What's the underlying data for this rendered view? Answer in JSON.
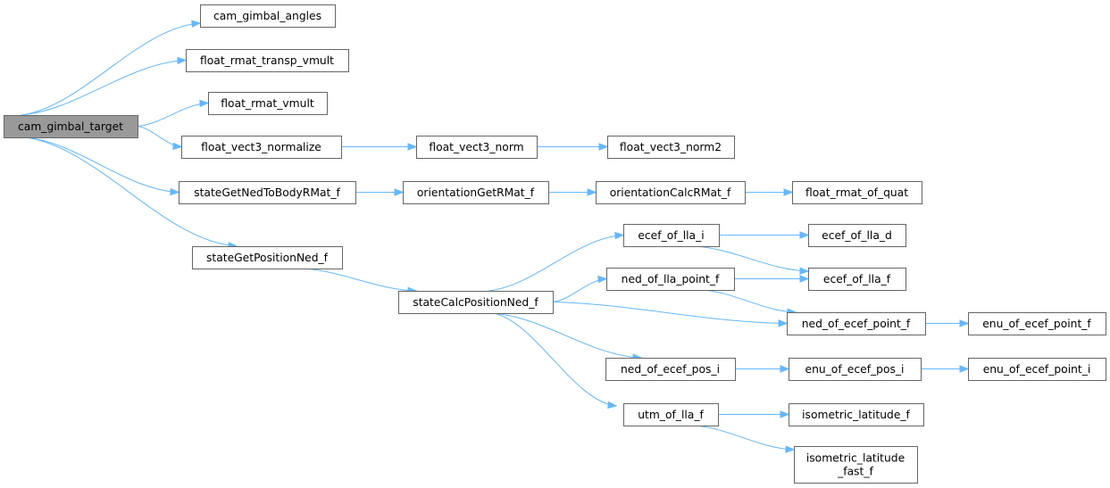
{
  "graph": {
    "root": "cam_gimbal_target",
    "nodes": [
      {
        "id": "cam_gimbal_target",
        "label": "cam_gimbal_target"
      },
      {
        "id": "cam_gimbal_angles",
        "label": "cam_gimbal_angles"
      },
      {
        "id": "float_rmat_transp_vmult",
        "label": "float_rmat_transp_vmult"
      },
      {
        "id": "float_rmat_vmult",
        "label": "float_rmat_vmult"
      },
      {
        "id": "float_vect3_normalize",
        "label": "float_vect3_normalize"
      },
      {
        "id": "float_vect3_norm",
        "label": "float_vect3_norm"
      },
      {
        "id": "float_vect3_norm2",
        "label": "float_vect3_norm2"
      },
      {
        "id": "stateGetNedToBodyRMat_f",
        "label": "stateGetNedToBodyRMat_f"
      },
      {
        "id": "orientationGetRMat_f",
        "label": "orientationGetRMat_f"
      },
      {
        "id": "orientationCalcRMat_f",
        "label": "orientationCalcRMat_f"
      },
      {
        "id": "float_rmat_of_quat",
        "label": "float_rmat_of_quat"
      },
      {
        "id": "stateGetPositionNed_f",
        "label": "stateGetPositionNed_f"
      },
      {
        "id": "stateCalcPositionNed_f",
        "label": "stateCalcPositionNed_f"
      },
      {
        "id": "ecef_of_lla_i",
        "label": "ecef_of_lla_i"
      },
      {
        "id": "ecef_of_lla_d",
        "label": "ecef_of_lla_d"
      },
      {
        "id": "ecef_of_lla_f",
        "label": "ecef_of_lla_f"
      },
      {
        "id": "ned_of_lla_point_f",
        "label": "ned_of_lla_point_f"
      },
      {
        "id": "ned_of_ecef_point_f",
        "label": "ned_of_ecef_point_f"
      },
      {
        "id": "enu_of_ecef_point_f",
        "label": "enu_of_ecef_point_f"
      },
      {
        "id": "ned_of_ecef_pos_i",
        "label": "ned_of_ecef_pos_i"
      },
      {
        "id": "enu_of_ecef_pos_i",
        "label": "enu_of_ecef_pos_i"
      },
      {
        "id": "enu_of_ecef_point_i",
        "label": "enu_of_ecef_point_i"
      },
      {
        "id": "utm_of_lla_f",
        "label": "utm_of_lla_f"
      },
      {
        "id": "isometric_latitude_f",
        "label": "isometric_latitude_f"
      },
      {
        "id": "isometric_latitude_fast_f",
        "label": "isometric_latitude\n_fast_f"
      }
    ],
    "edges": [
      [
        "cam_gimbal_target",
        "cam_gimbal_angles"
      ],
      [
        "cam_gimbal_target",
        "float_rmat_transp_vmult"
      ],
      [
        "cam_gimbal_target",
        "float_rmat_vmult"
      ],
      [
        "cam_gimbal_target",
        "float_vect3_normalize"
      ],
      [
        "cam_gimbal_target",
        "stateGetNedToBodyRMat_f"
      ],
      [
        "cam_gimbal_target",
        "stateGetPositionNed_f"
      ],
      [
        "float_vect3_normalize",
        "float_vect3_norm"
      ],
      [
        "float_vect3_norm",
        "float_vect3_norm2"
      ],
      [
        "stateGetNedToBodyRMat_f",
        "orientationGetRMat_f"
      ],
      [
        "orientationGetRMat_f",
        "orientationCalcRMat_f"
      ],
      [
        "orientationCalcRMat_f",
        "float_rmat_of_quat"
      ],
      [
        "stateGetPositionNed_f",
        "stateCalcPositionNed_f"
      ],
      [
        "stateCalcPositionNed_f",
        "ecef_of_lla_i"
      ],
      [
        "stateCalcPositionNed_f",
        "ned_of_lla_point_f"
      ],
      [
        "stateCalcPositionNed_f",
        "ned_of_ecef_point_f"
      ],
      [
        "stateCalcPositionNed_f",
        "ned_of_ecef_pos_i"
      ],
      [
        "stateCalcPositionNed_f",
        "utm_of_lla_f"
      ],
      [
        "ecef_of_lla_i",
        "ecef_of_lla_d"
      ],
      [
        "ecef_of_lla_i",
        "ecef_of_lla_f"
      ],
      [
        "ned_of_lla_point_f",
        "ecef_of_lla_f"
      ],
      [
        "ned_of_lla_point_f",
        "ned_of_ecef_point_f"
      ],
      [
        "ned_of_ecef_point_f",
        "enu_of_ecef_point_f"
      ],
      [
        "ned_of_ecef_pos_i",
        "enu_of_ecef_pos_i"
      ],
      [
        "enu_of_ecef_pos_i",
        "enu_of_ecef_point_i"
      ],
      [
        "utm_of_lla_f",
        "isometric_latitude_f"
      ],
      [
        "utm_of_lla_f",
        "isometric_latitude_fast_f"
      ]
    ],
    "colors": {
      "edge": "#63b8ff",
      "node_border": "#666666",
      "root_fill": "#999999",
      "node_fill": "#ffffff"
    }
  }
}
